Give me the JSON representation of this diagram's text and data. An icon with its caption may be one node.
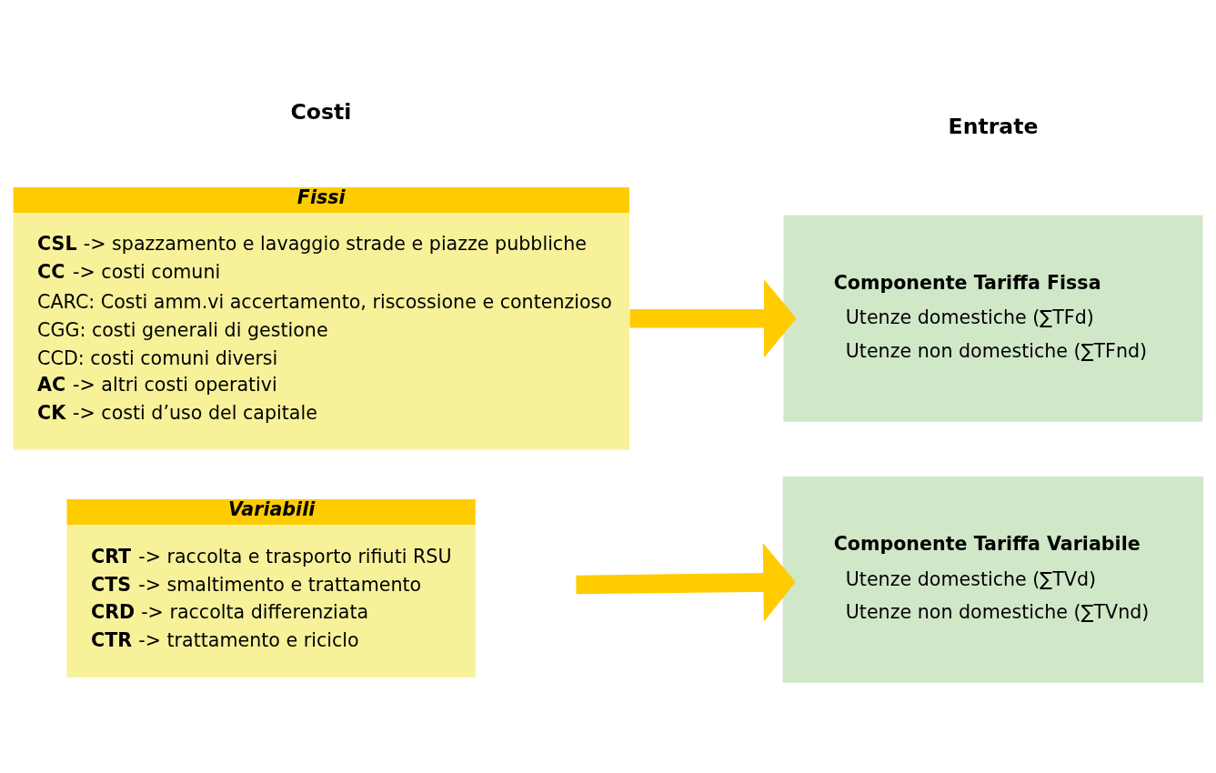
{
  "diagram": {
    "nodes": [
      {
        "text": [
          "Fissi",
          "**CSL** -> spazzamento e lavaggio strade e piazze pubbliche",
          "**CC** -> costi comuni",
          "CARC: Costi amm.vi accertamento, riscossione e contenzioso",
          "CGG: costi generali di gestione",
          "CCD: costi comuni diversi",
          "**AC** -> altri costi operativi",
          "**CK** -> costi d’uso del capitale"
        ]
      },
      {
        "text": [
          "Variabili",
          "**CRT** -> raccolta e trasporto rifiuti RSU",
          "**CTS** -> smaltimento e trattamento",
          "**CRD** -> raccolta differenziata",
          "**CTR** -> trattamento e riciclo"
        ]
      },
      {
        "text": [
          "Componente Tariffa Fissa",
          "Utenze domestiche (∑TFd)",
          "Utenze non domestiche (∑TFnd)"
        ]
      },
      {
        "text": [
          "Componente Tariffa Variabile",
          "Utenze domestiche (∑TVd)",
          "Utenze non domestiche (∑TVnd)"
        ]
      }
    ],
    "edges": [
      {
        "from": 0,
        "to": 2,
        "arrow": "to"
      },
      {
        "from": 1,
        "to": 3,
        "arrow": "to"
      }
    ],
    "labels": [
      "Costi",
      "Entrate"
    ]
  }
}
